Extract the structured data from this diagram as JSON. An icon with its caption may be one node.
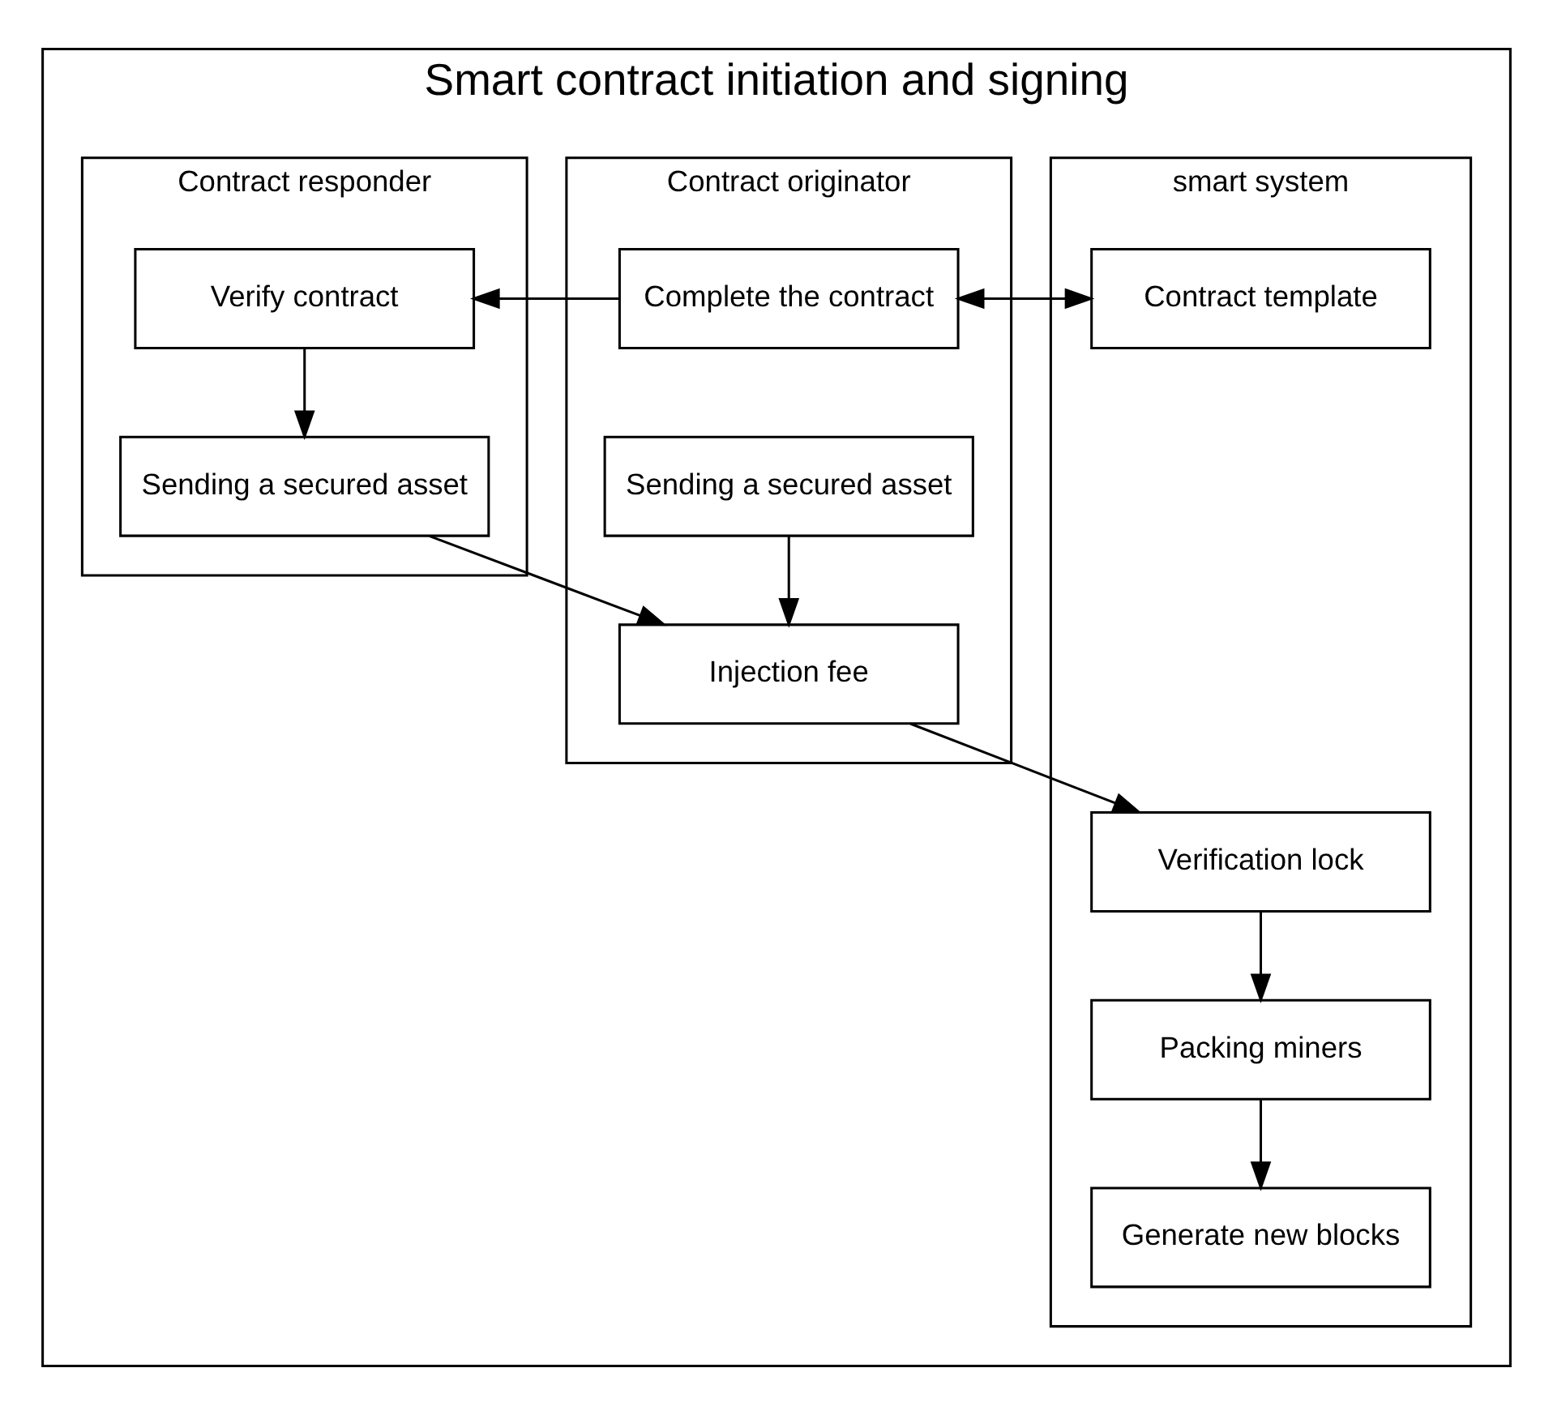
{
  "diagram": {
    "nodes": [
      {
        "text": [
          "Smart contract initiation and signing"
        ]
      },
      {
        "text": [
          "smart system"
        ],
        "in": 0
      },
      {
        "text": [
          "Contract originator"
        ],
        "in": 0
      },
      {
        "text": [
          "Contract responder"
        ],
        "in": 0
      },
      {
        "text": [
          "Contract template"
        ],
        "in": 1
      },
      {
        "text": [
          "Complete the contract"
        ],
        "in": 2
      },
      {
        "text": [
          "Verify contract"
        ],
        "in": 3
      },
      {
        "text": [
          "Sending a secured asset"
        ],
        "in": 2
      },
      {
        "text": [
          "Sending a secured asset"
        ],
        "in": 3
      },
      {
        "text": [
          "Injection fee"
        ],
        "in": 2
      },
      {
        "text": [
          "Verification lock"
        ],
        "in": 1
      },
      {
        "text": [
          "Packing miners"
        ],
        "in": 1
      },
      {
        "text": [
          "Generate new blocks"
        ],
        "in": 1
      }
    ],
    "edges": [
      {
        "from": 4,
        "to": 5,
        "arrow": "both"
      },
      {
        "from": 5,
        "to": 6,
        "arrow": "to"
      },
      {
        "from": 6,
        "to": 8,
        "arrow": "to"
      },
      {
        "from": 7,
        "to": 9,
        "arrow": "to"
      },
      {
        "from": 8,
        "to": 9,
        "arrow": "to"
      },
      {
        "from": 9,
        "to": 10,
        "arrow": "to"
      },
      {
        "from": 10,
        "to": 11,
        "arrow": "to"
      },
      {
        "from": 11,
        "to": 12,
        "arrow": "to"
      }
    ]
  }
}
